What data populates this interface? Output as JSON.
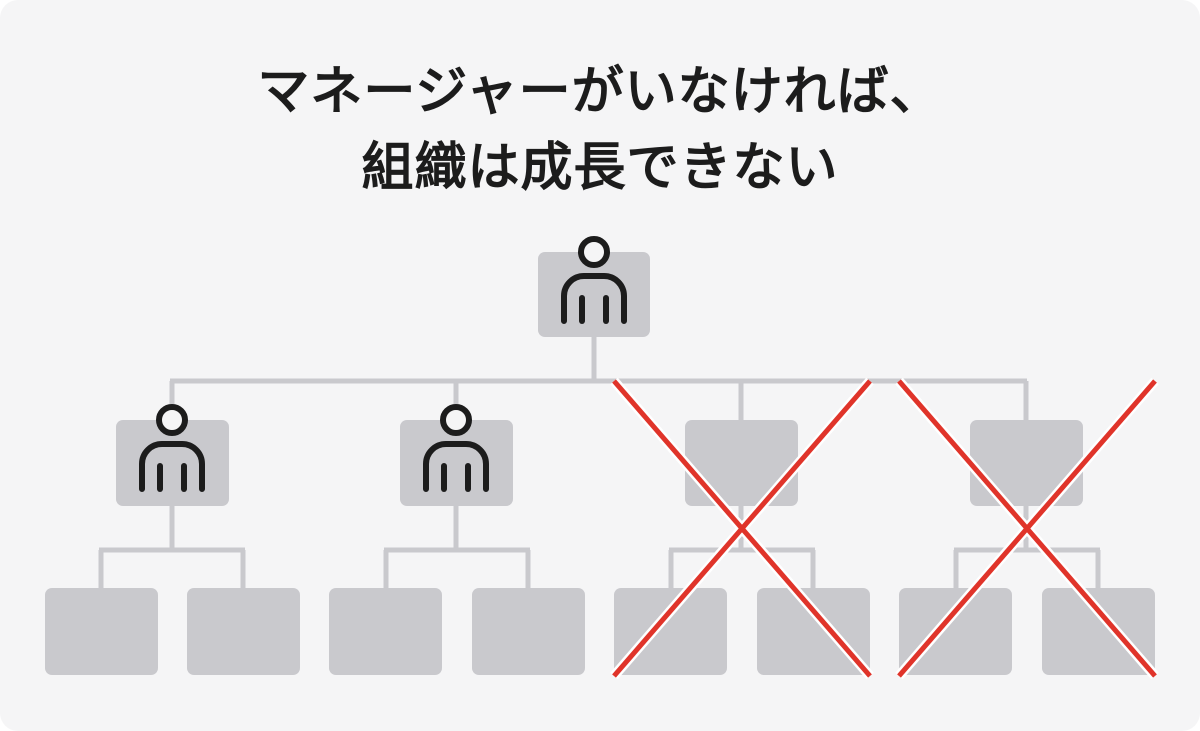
{
  "title": {
    "line1": "マネージャーがいなければ、",
    "line2": "組織は成長できない"
  },
  "org_chart": {
    "top_manager": {
      "has_person_icon": true
    },
    "middle_managers": [
      {
        "present": true,
        "icon": "person-icon"
      },
      {
        "present": true,
        "icon": "person-icon"
      },
      {
        "present": false,
        "crossed_out": true
      },
      {
        "present": false,
        "crossed_out": true
      }
    ],
    "members_per_manager": 2
  },
  "colors": {
    "background": "#f5f5f6",
    "box": "#c9c9cd",
    "connector": "#c9c9cd",
    "icon": "#1c1c1c",
    "cross": "#e0342a",
    "title_text": "#1c1c1c"
  }
}
